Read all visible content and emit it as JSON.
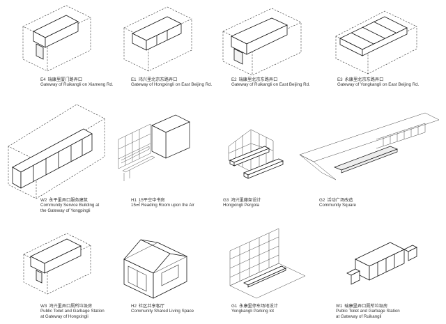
{
  "items": [
    {
      "code": "E4",
      "cn": "瑞康里厦门路弄口",
      "en": [
        "Gateway of Ruikangli on Xiameng Rd."
      ]
    },
    {
      "code": "E1",
      "cn": "鸿兴里北京东路弄口",
      "en": [
        "Gateway of Hongxingli on East Beijing Rd."
      ]
    },
    {
      "code": "E2",
      "cn": "瑞康里北京东路弄口",
      "en": [
        "Gateway of Ruikangli on East Beijing Rd."
      ]
    },
    {
      "code": "E3",
      "cn": "永康里北京东路弄口",
      "en": [
        "Gateway of Yongkangli on East Beijing Rd."
      ]
    },
    {
      "code": "W2",
      "cn": "永平里弄口服务建筑",
      "en": [
        "Community Service Building at",
        "the Gateway of Yongpingli"
      ]
    },
    {
      "code": "H1",
      "cn": "15平空中书房",
      "en": [
        "15㎡ Reading Room upon the Air"
      ]
    },
    {
      "code": "G3",
      "cn": "鸿兴里藤架设计",
      "en": [
        "Hongxingli Pergola"
      ]
    },
    {
      "code": "G2",
      "cn": "活动广场改造",
      "en": [
        "Community Square"
      ]
    },
    {
      "code": "W3",
      "cn": "鸿兴里弄口厕所垃圾房",
      "en": [
        "Public Toilet and Garbage Station",
        "at Gateway of Hongxingli"
      ]
    },
    {
      "code": "H2",
      "cn": "社区共享客厅",
      "en": [
        "Community Shared Living Space"
      ]
    },
    {
      "code": "G1",
      "cn": "永康里停车场地设计",
      "en": [
        "Yongkangli Parking lot"
      ]
    },
    {
      "code": "W1",
      "cn": "瑞康里弄口厕所垃圾房",
      "en": [
        "Public Toilet and Garbage Station",
        "at Gateway of Ruikangli"
      ]
    }
  ]
}
